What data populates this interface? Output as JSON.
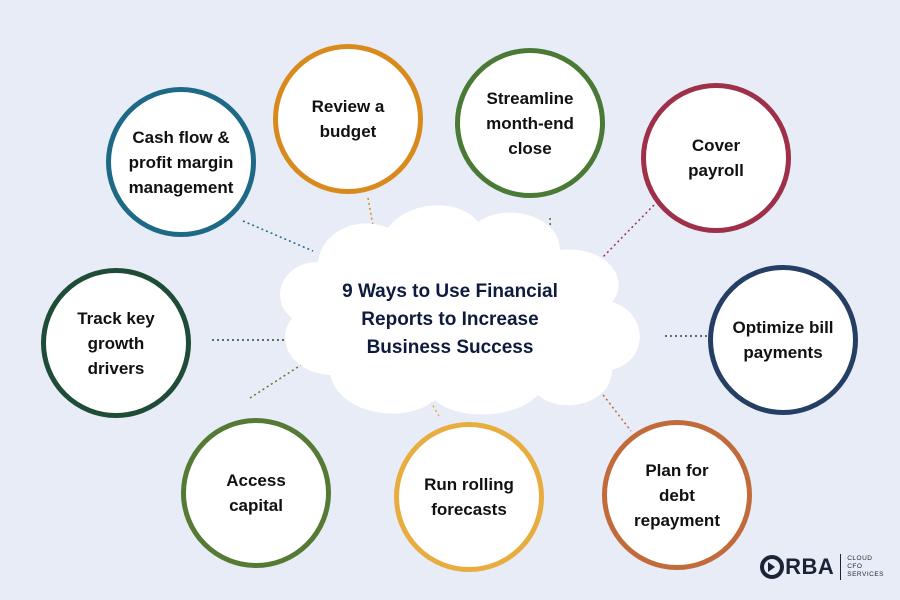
{
  "title": "9 Ways to Use Financial\nReports to Increase\nBusiness Success",
  "ways": [
    {
      "label": "Cash flow &\nprofit margin\nmanagement",
      "color": "#1e6a86"
    },
    {
      "label": "Review a\nbudget",
      "color": "#d98a1c"
    },
    {
      "label": "Streamline\nmonth-end\nclose",
      "color": "#4a7a36"
    },
    {
      "label": "Cover\npayroll",
      "color": "#9e3049"
    },
    {
      "label": "Track key\ngrowth\ndrivers",
      "color": "#1f4c36"
    },
    {
      "label": "Optimize bill\npayments",
      "color": "#243f63"
    },
    {
      "label": "Access\ncapital",
      "color": "#557a34"
    },
    {
      "label": "Run rolling\nforecasts",
      "color": "#e8ad3f"
    },
    {
      "label": "Plan for\ndebt\nrepayment",
      "color": "#c16a3a"
    }
  ],
  "logo": {
    "word": "ORBA",
    "sub": "CLOUD\nCFO\nSERVICES"
  }
}
